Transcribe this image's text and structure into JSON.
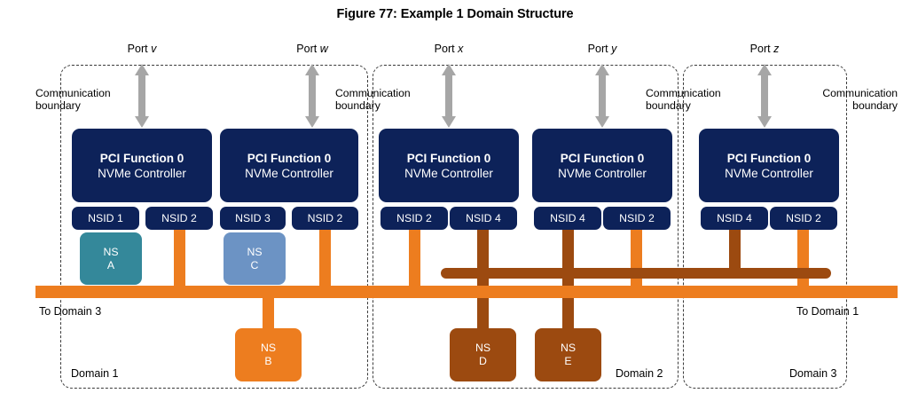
{
  "figure": {
    "title": "Figure 77: Example 1 Domain Structure"
  },
  "colors": {
    "controller_navy": "#0d2259",
    "ns_a_teal": "#34889a",
    "ns_c_steel": "#6c93c4",
    "ns_b_orange": "#ed7d1f",
    "ns_d_brown": "#9c4a10",
    "ns_e_brown": "#9c4a10",
    "bus_orange": "#ed7d1f",
    "bus_brown": "#9c4a10",
    "arrow_gray": "#a6a6a6",
    "boundary_dash": "#3b3b3b"
  },
  "ports": [
    {
      "name": "port-v",
      "prefix": "Port ",
      "id": "v"
    },
    {
      "name": "port-w",
      "prefix": "Port ",
      "id": "w"
    },
    {
      "name": "port-x",
      "prefix": "Port ",
      "id": "x"
    },
    {
      "name": "port-y",
      "prefix": "Port ",
      "id": "y"
    },
    {
      "name": "port-z",
      "prefix": "Port ",
      "id": "z"
    }
  ],
  "comm_boundary": {
    "line1": "Communication",
    "line2": "boundary"
  },
  "controllers": [
    {
      "function": "PCI Function 0",
      "controller": "NVMe Controller"
    },
    {
      "function": "PCI Function 0",
      "controller": "NVMe Controller"
    },
    {
      "function": "PCI Function 0",
      "controller": "NVMe Controller"
    },
    {
      "function": "PCI Function 0",
      "controller": "NVMe Controller"
    },
    {
      "function": "PCI Function 0",
      "controller": "NVMe Controller"
    }
  ],
  "nsids": [
    {
      "label": "NSID 1"
    },
    {
      "label": "NSID 2"
    },
    {
      "label": "NSID 3"
    },
    {
      "label": "NSID 2"
    },
    {
      "label": "NSID 2"
    },
    {
      "label": "NSID 4"
    },
    {
      "label": "NSID 4"
    },
    {
      "label": "NSID 2"
    },
    {
      "label": "NSID 4"
    },
    {
      "label": "NSID 2"
    }
  ],
  "namespaces": [
    {
      "line1": "NS",
      "line2": "A"
    },
    {
      "line1": "NS",
      "line2": "C"
    },
    {
      "line1": "NS",
      "line2": "B"
    },
    {
      "line1": "NS",
      "line2": "D"
    },
    {
      "line1": "NS",
      "line2": "E"
    }
  ],
  "domains": [
    {
      "label": "Domain 1"
    },
    {
      "label": "Domain 2"
    },
    {
      "label": "Domain 3"
    }
  ],
  "edge_labels": {
    "left": "To Domain 3",
    "right": "To Domain 1"
  }
}
